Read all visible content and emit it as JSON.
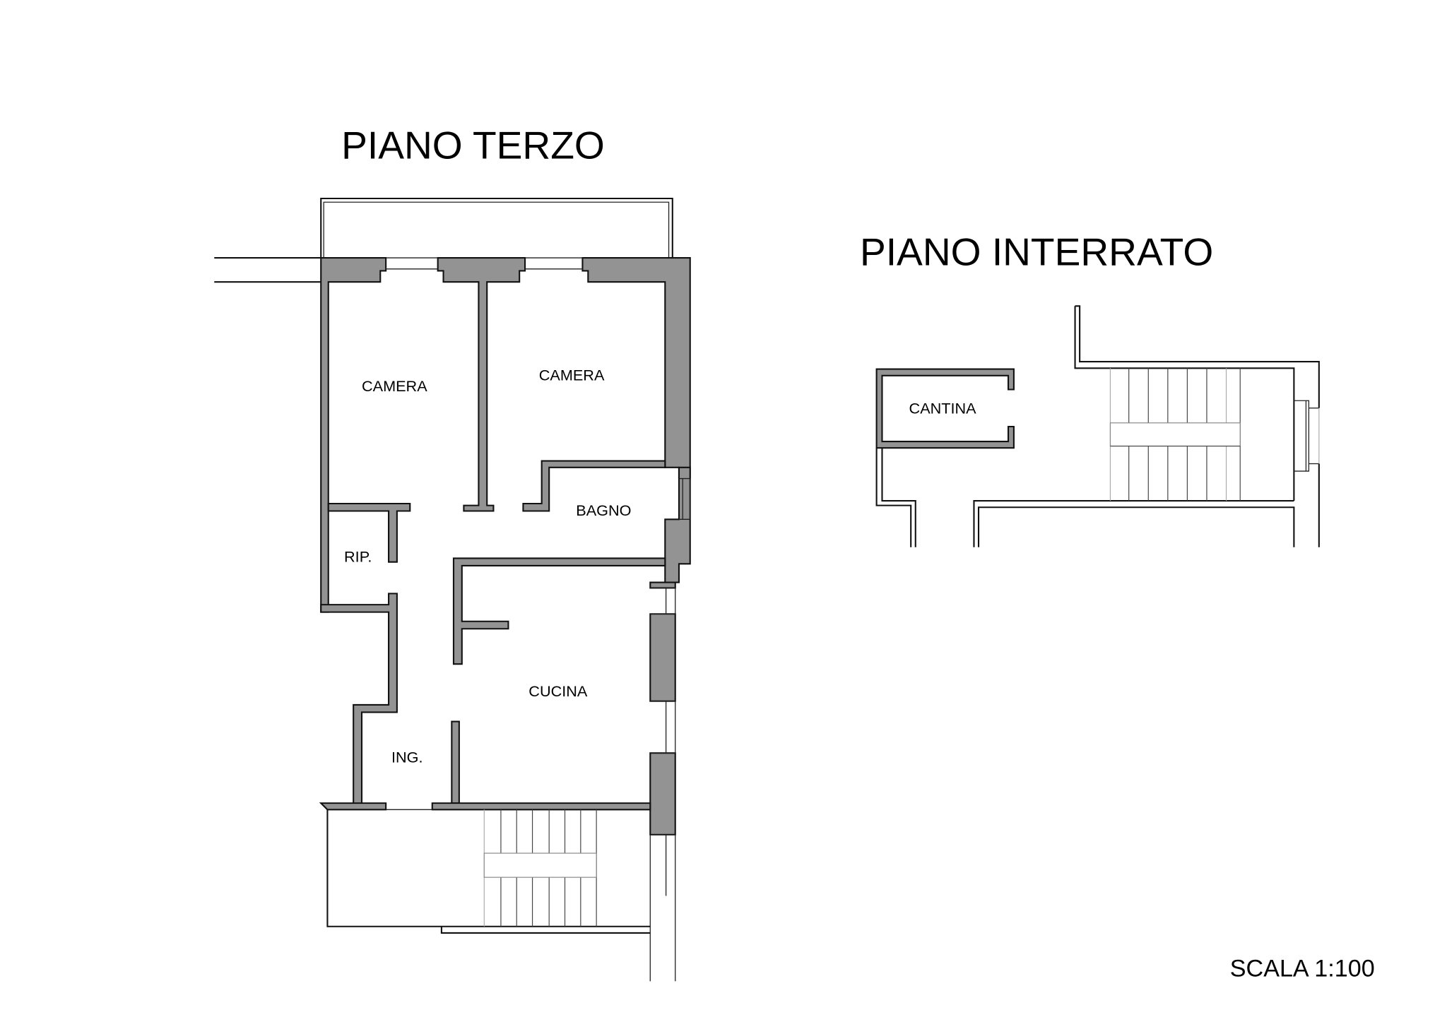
{
  "plans": {
    "upper": {
      "title": "PIANO TERZO",
      "rooms": [
        {
          "label": "CAMERA"
        },
        {
          "label": "CAMERA"
        },
        {
          "label": "BAGNO"
        },
        {
          "label": "RIP."
        },
        {
          "label": "CUCINA"
        },
        {
          "label": "ING."
        }
      ]
    },
    "basement": {
      "title": "PIANO INTERRATO",
      "rooms": [
        {
          "label": "CANTINA"
        }
      ]
    }
  },
  "scale": {
    "label": "SCALA 1:100"
  },
  "colors": {
    "wall_fill": "#939393",
    "line": "#111111",
    "background": "#ffffff"
  }
}
